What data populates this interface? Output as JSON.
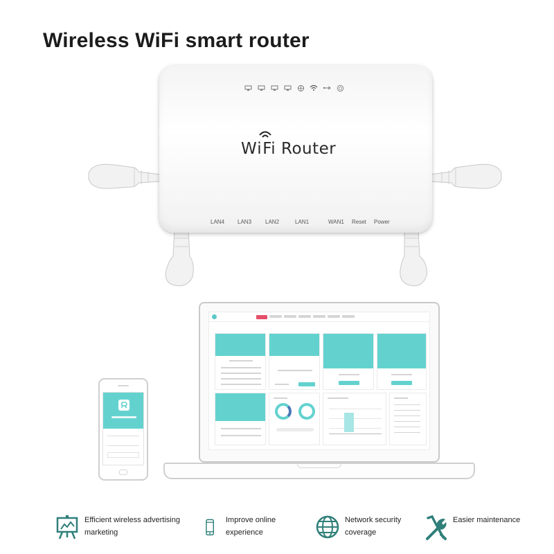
{
  "headline": "Wireless WiFi smart router",
  "router": {
    "brand_prefix": "W",
    "brand_suffix": "Fi Router",
    "ports": [
      "LAN4",
      "LAN3",
      "LAN2",
      "LAN1",
      "WAN1",
      "Reset",
      "Power"
    ]
  },
  "features": [
    {
      "icon": "billboard-icon",
      "line1": "Efficient wireless advertising",
      "line2": "marketing"
    },
    {
      "icon": "smartphone-icon",
      "line1": "Improve online",
      "line2": "experience"
    },
    {
      "icon": "globe-icon",
      "line1": "Network security",
      "line2": "coverage"
    },
    {
      "icon": "tools-icon",
      "line1": "Easier maintenance",
      "line2": ""
    }
  ],
  "colors": {
    "teal": "#63d2cf",
    "accent": "#e4506a",
    "icon": "#2f7f7a"
  }
}
